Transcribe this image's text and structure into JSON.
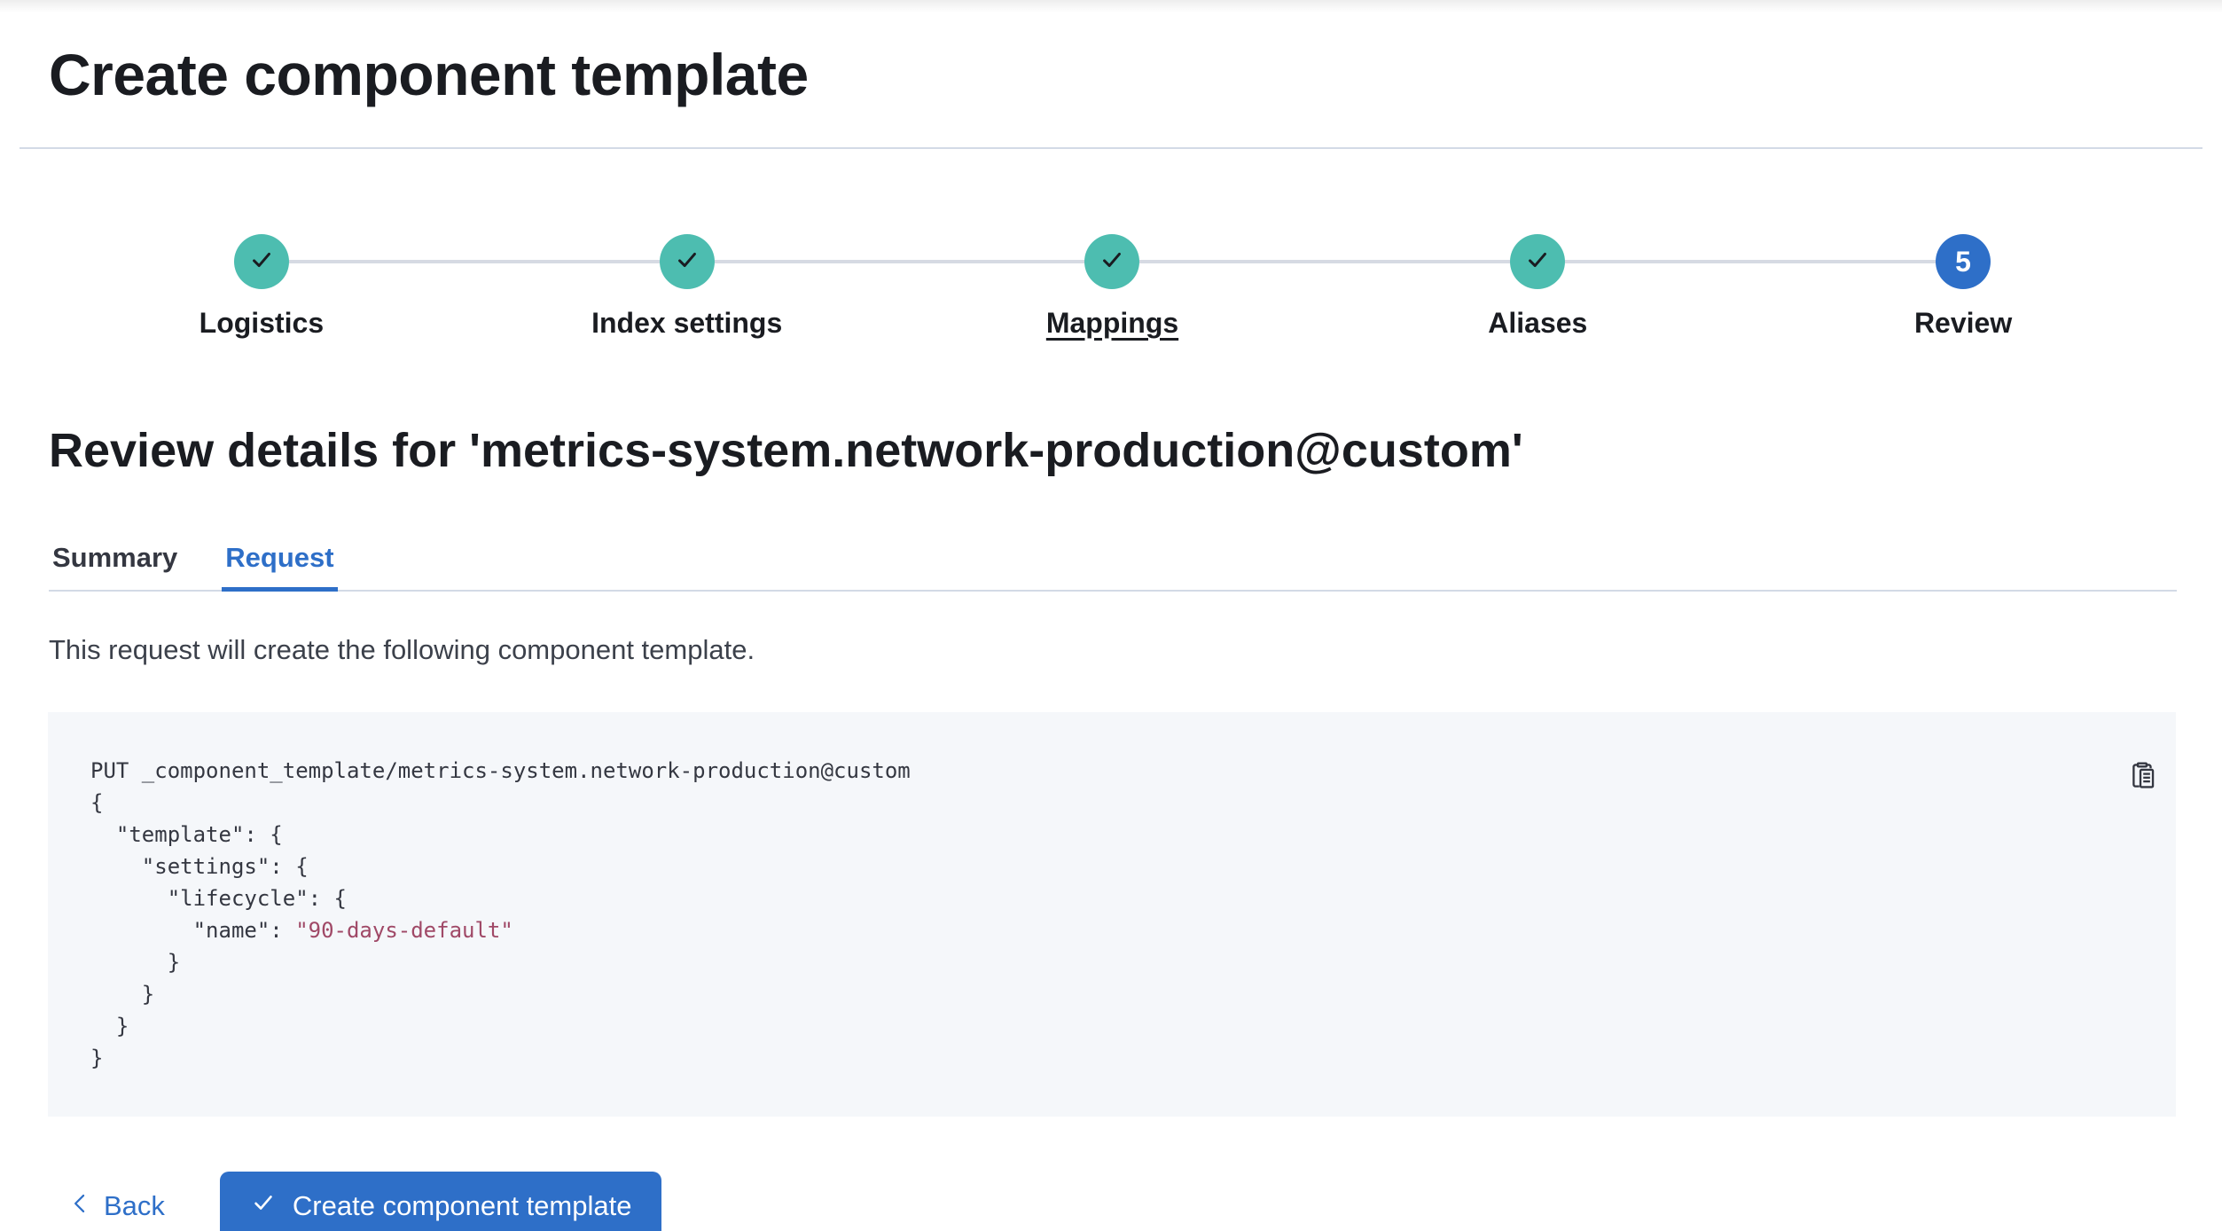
{
  "page": {
    "title": "Create component template"
  },
  "steps": {
    "items": [
      {
        "label": "Logistics",
        "status": "complete"
      },
      {
        "label": "Index settings",
        "status": "complete"
      },
      {
        "label": "Mappings",
        "status": "complete",
        "hovered": true
      },
      {
        "label": "Aliases",
        "status": "complete"
      },
      {
        "label": "Review",
        "status": "current",
        "number": "5"
      }
    ]
  },
  "review": {
    "heading": "Review details for 'metrics-system.network-production@custom'",
    "tabs": [
      {
        "label": "Summary",
        "selected": false
      },
      {
        "label": "Request",
        "selected": true
      }
    ],
    "description": "This request will create the following component template."
  },
  "code_block": {
    "lines": [
      {
        "t": "PUT _component_template/metrics-system.network-production@custom"
      },
      {
        "t": "{"
      },
      {
        "t": "  \"template\": {"
      },
      {
        "t": "    \"settings\": {"
      },
      {
        "t": "      \"lifecycle\": {"
      },
      {
        "t": "        \"name\": ",
        "s": "\"90-days-default\""
      },
      {
        "t": "      }"
      },
      {
        "t": "    }"
      },
      {
        "t": "  }"
      },
      {
        "t": "}"
      }
    ]
  },
  "footer": {
    "back_label": "Back",
    "create_label": "Create component template"
  },
  "icons": {
    "step_complete": "check-icon",
    "copy": "copy-clipboard-icon",
    "back": "chevron-left-icon",
    "create": "check-icon"
  },
  "colors": {
    "primary_blue": "#2e6fc8",
    "success_teal": "#4dbdb0",
    "code_string": "#a04967",
    "divider": "#d3dae6",
    "code_background": "#f5f7fa",
    "title_text": "#1a1c21",
    "body_text": "#343741"
  }
}
